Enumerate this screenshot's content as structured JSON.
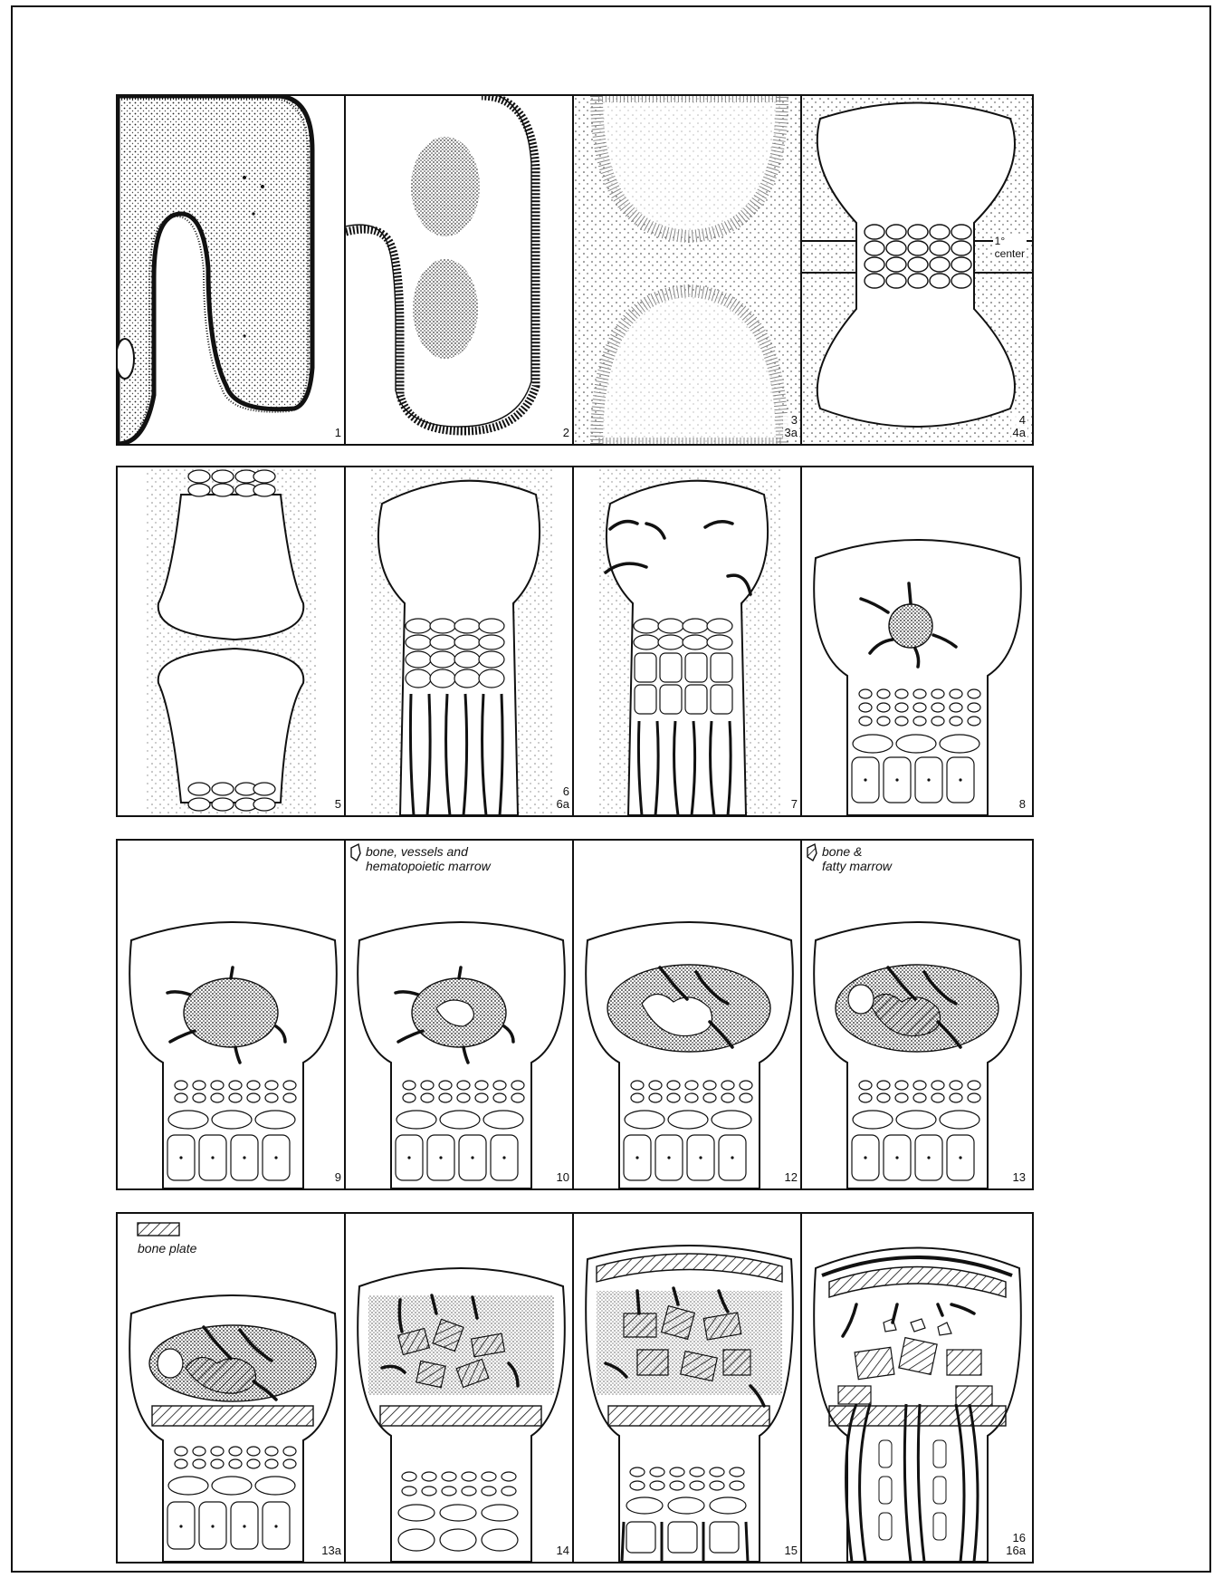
{
  "panels": [
    {
      "id": "p1",
      "label": "1"
    },
    {
      "id": "p2",
      "label": "2"
    },
    {
      "id": "p3",
      "label": "3\n3a"
    },
    {
      "id": "p4",
      "label": "4\n4a",
      "annotation": "1°\ncenter"
    },
    {
      "id": "p5",
      "label": "5"
    },
    {
      "id": "p6",
      "label": "6\n6a"
    },
    {
      "id": "p7",
      "label": "7"
    },
    {
      "id": "p8",
      "label": "8"
    },
    {
      "id": "p9",
      "label": "9"
    },
    {
      "id": "p10",
      "label": "10",
      "legend": "bone, vessels and\nhematopoietic marrow"
    },
    {
      "id": "p12",
      "label": "12"
    },
    {
      "id": "p13",
      "label": "13",
      "legend": "bone &\nfatty marrow"
    },
    {
      "id": "p13a",
      "label": "13a",
      "legend": "bone plate"
    },
    {
      "id": "p14",
      "label": "14"
    },
    {
      "id": "p15",
      "label": "15"
    },
    {
      "id": "p16",
      "label": "16\n16a"
    }
  ]
}
